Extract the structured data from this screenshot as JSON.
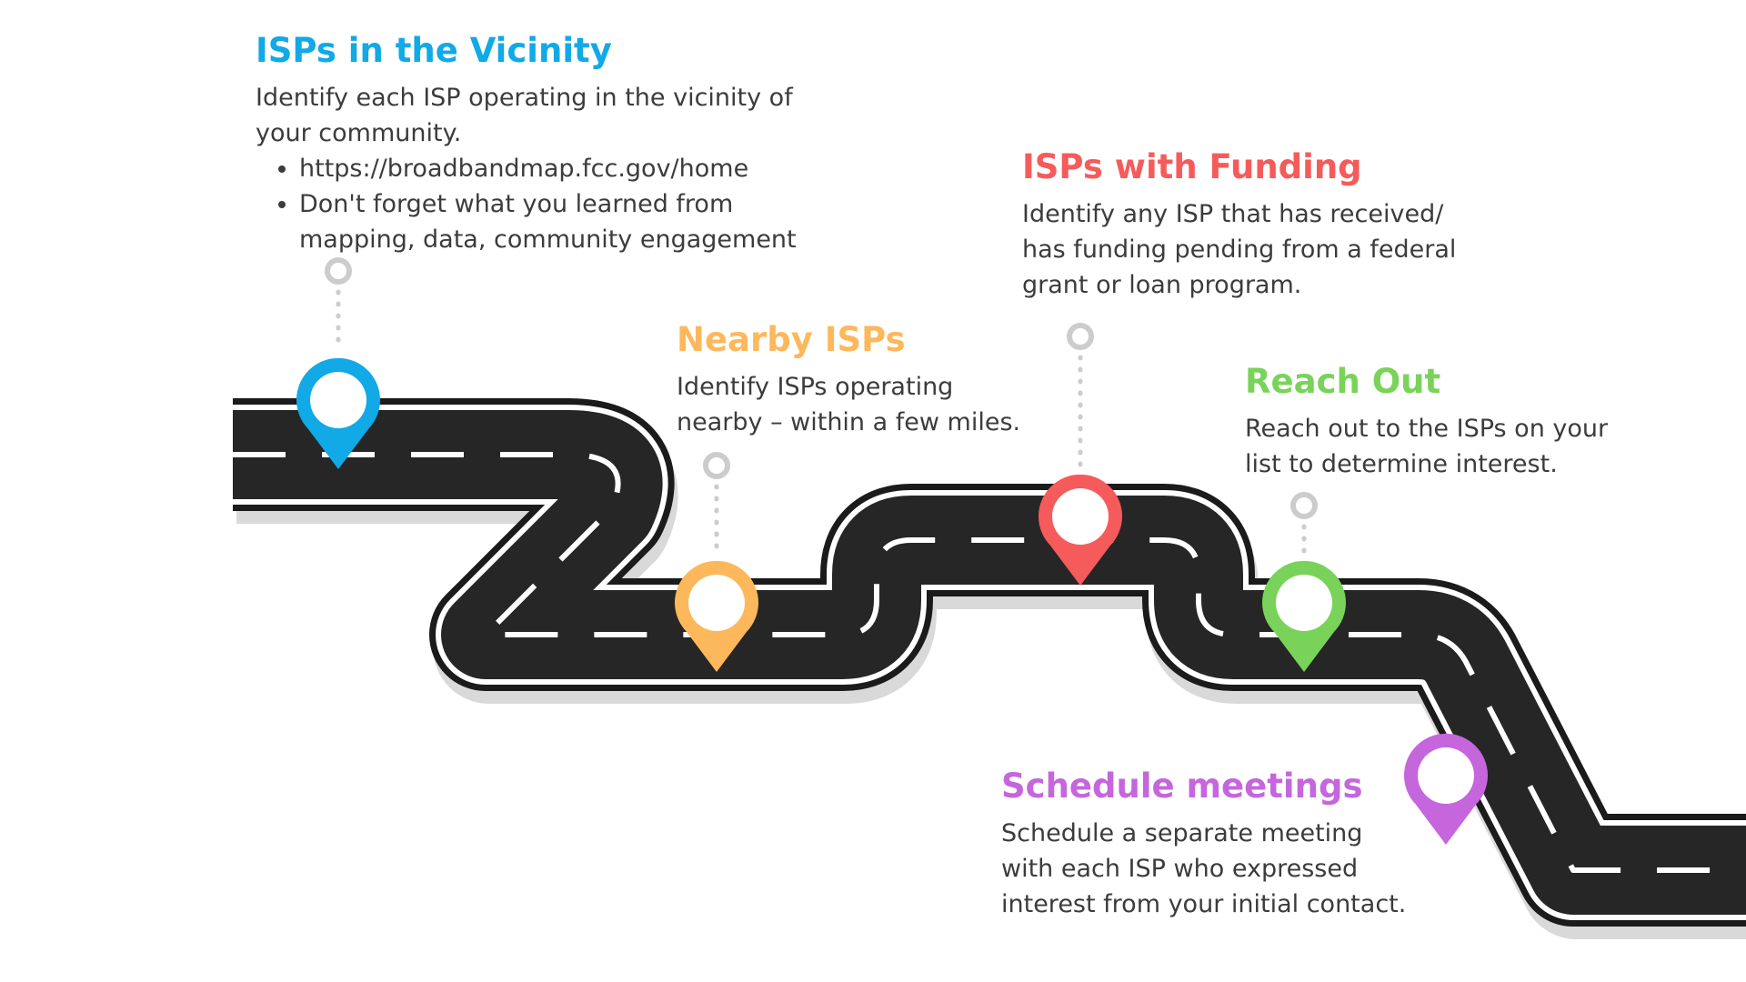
{
  "steps": [
    {
      "title": "ISPs in the Vicinity",
      "color": "#11A9E6",
      "lines": [
        "Identify each ISP operating in the vicinity of",
        "your community."
      ],
      "bullets": [
        "https://broadbandmap.fcc.gov/home",
        "Don't forget what you learned from mapping, data, community engagement"
      ]
    },
    {
      "title": "Nearby ISPs",
      "color": "#FDB85C",
      "lines": [
        "Identify ISPs operating",
        "nearby – within a few miles."
      ]
    },
    {
      "title": "ISPs with Funding",
      "color": "#F65B5B",
      "lines": [
        "Identify any ISP that has received/",
        "has funding pending from a federal",
        "grant or loan program."
      ]
    },
    {
      "title": "Reach Out",
      "color": "#79D35A",
      "lines": [
        "Reach out to the ISPs on your",
        "list to determine interest."
      ]
    },
    {
      "title": "Schedule meetings",
      "color": "#C566DD",
      "lines": [
        "Schedule a separate meeting",
        "with each ISP who expressed",
        "interest from your initial contact."
      ]
    }
  ],
  "road_colors": {
    "asphalt": "#262626",
    "edge": "#ffffff",
    "shadow": "#d9d9d9",
    "connector": "#cccccc"
  }
}
